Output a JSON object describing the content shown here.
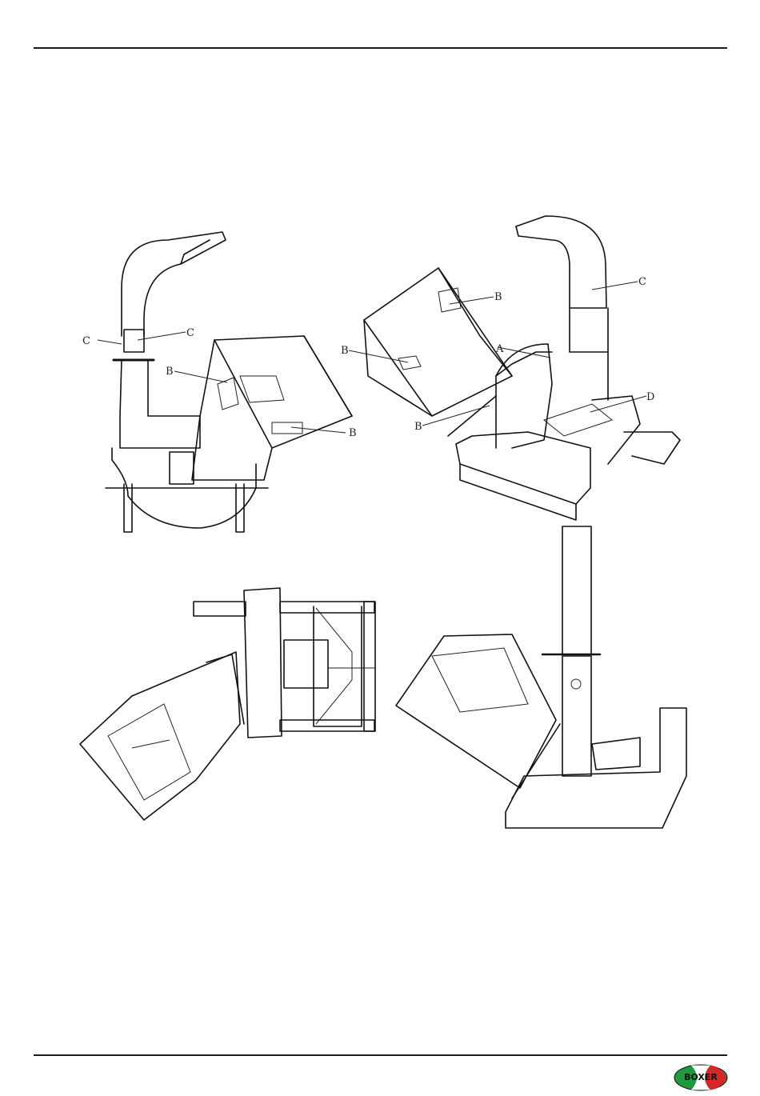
{
  "labels": {
    "a": "A",
    "b": "B",
    "c": "C",
    "d": "D"
  },
  "logo": {
    "text": "BOXER",
    "colors": {
      "green": "#1e9a3c",
      "white": "#ffffff",
      "red": "#d62828",
      "dark": "#111111"
    }
  }
}
